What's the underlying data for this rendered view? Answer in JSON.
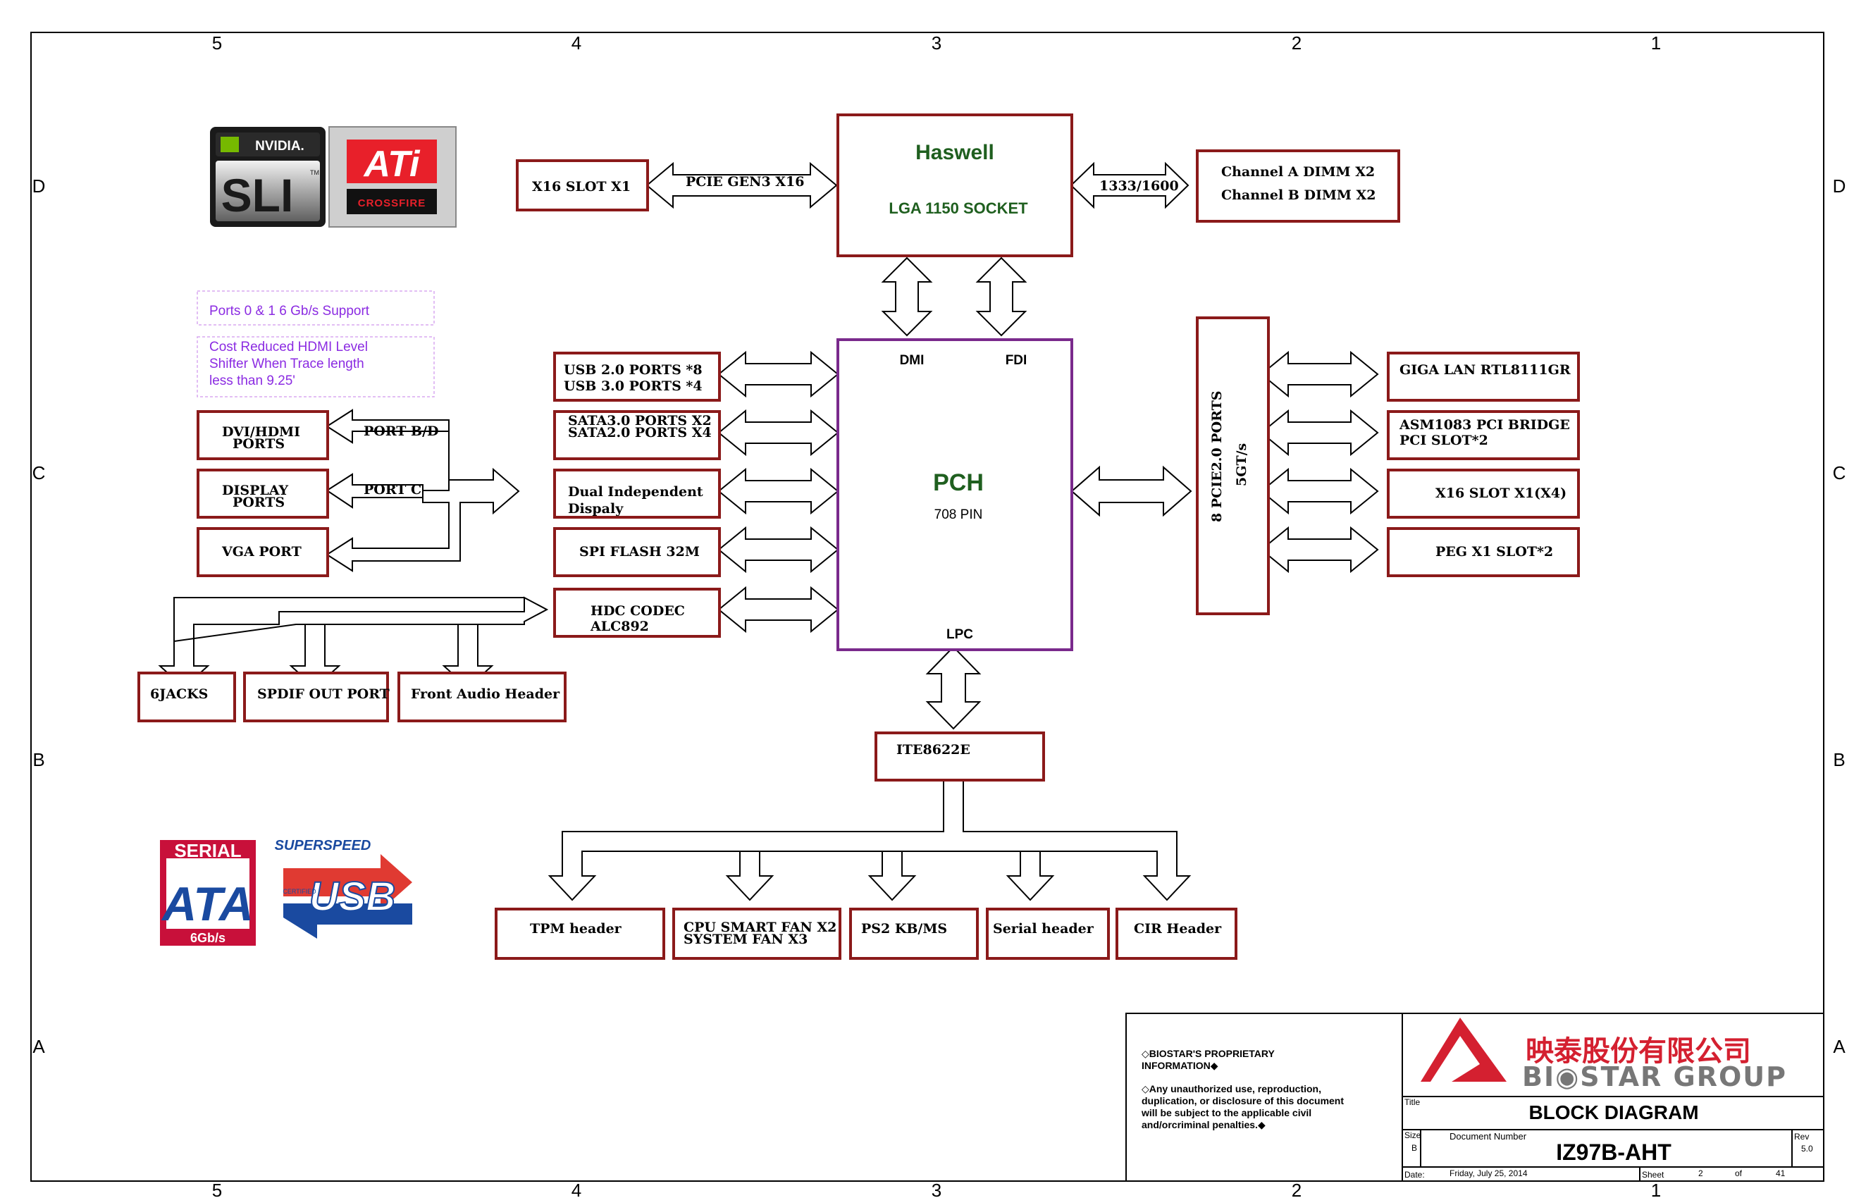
{
  "frame": {
    "top_numbers": [
      "5",
      "4",
      "3",
      "2",
      "1"
    ],
    "bottom_numbers": [
      "5",
      "4",
      "3",
      "2",
      "1"
    ],
    "left_letters": [
      "D",
      "C",
      "B",
      "A"
    ],
    "right_letters": [
      "D",
      "C",
      "B",
      "A"
    ]
  },
  "logos": {
    "nvidia_word": "NVIDIA.",
    "sli_word": "SLI",
    "tm": "TM",
    "ati_word": "ATi",
    "crossfire_word": "CROSSFIRE",
    "serial_word": "SERIAL",
    "ata_word": "ATA",
    "sata_speed": "6Gb/s",
    "superspeed_word": "SUPERSPEED",
    "usb_word": "USB",
    "certified_word": "CERTIFIED"
  },
  "notes": {
    "ports_support": "Ports 0 & 1 6 Gb/s Support",
    "hdmi_line1": "Cost Reduced HDMI Level",
    "hdmi_line2": "Shifter When Trace length",
    "hdmi_line3": "less than 9.25'"
  },
  "cpu": {
    "title": "Haswell",
    "subtitle": "LGA 1150 SOCKET"
  },
  "pch": {
    "title": "PCH",
    "subtitle": "708 PIN",
    "dmi": "DMI",
    "fdi": "FDI",
    "lpc": "LPC"
  },
  "blocks": {
    "x16_slot": "X16 SLOT X1",
    "pcie_gen3": "PCIE GEN3 X16",
    "mem_speed": "1333/1600",
    "dimm_a": "Channel A DIMM X2",
    "dimm_b": "Channel B DIMM X2",
    "usb_1": "USB 2.0 PORTS *8",
    "usb_2": "USB 3.0 PORTS *4",
    "sata_1": "SATA3.0 PORTS X2",
    "sata_2": "SATA2.0 PORTS X4",
    "dual_1": "Dual Independent",
    "dual_2": "Dispaly",
    "spi": "SPI FLASH 32M",
    "hdc_1": "HDC CODEC",
    "hdc_2": "ALC892",
    "dvi_1": "DVI/HDMI",
    "dvi_2": "PORTS",
    "dp_1": "DISPLAY",
    "dp_2": "PORTS",
    "vga": "VGA PORT",
    "port_bd": "PORT B/D",
    "port_c": "PORT C",
    "jacks": "6JACKS",
    "spdif": "SPDIF OUT PORT",
    "front_audio": "Front Audio Header",
    "pcie2_1": "8 PCIE2.0 PORTS",
    "pcie2_2": "5GT/s",
    "giga_lan": "GIGA LAN RTL8111GR",
    "asm_1": "ASM1083 PCI BRIDGE",
    "asm_2": "PCI SLOT*2",
    "x16_x4": "X16 SLOT X1(X4)",
    "peg": "PEG X1 SLOT*2",
    "ite": "ITE8622E",
    "tpm": "TPM header",
    "fan_1": "CPU SMART FAN X2",
    "fan_2": "SYSTEM FAN X3",
    "ps2": "PS2 KB/MS",
    "serial": "Serial header",
    "cir": "CIR Header"
  },
  "title_block": {
    "prop_1": "◇BIOSTAR'S PROPRIETARY",
    "prop_2": "INFORMATION◆",
    "warn_1": "◇Any unauthorized use, reproduction,",
    "warn_2": "duplication, or disclosure of this document",
    "warn_3": "will be subject to the applicable civil",
    "warn_4": "and/orcriminal penalties.◆",
    "company_cn": "映泰股份有限公司",
    "company_en": "BI◉STAR  GROUP",
    "title_label": "Title",
    "title": "BLOCK DIAGRAM",
    "size_label": "Size",
    "size": "B",
    "docnum_label": "Document Number",
    "docnum": "IZ97B-AHT",
    "rev_label": "Rev",
    "rev": "5.0",
    "date_label": "Date:",
    "date": "Friday, July 25, 2014",
    "sheet_label": "Sheet",
    "sheet": "2",
    "of_label": "of",
    "total": "41"
  },
  "colors": {
    "block_border": "#8b1a1a",
    "pch_border": "#7a2a8c",
    "title_green": "#1f5f1f",
    "note_purple": "#8b2be2",
    "biostar_red": "#d42030",
    "biostar_gray": "#777777"
  }
}
